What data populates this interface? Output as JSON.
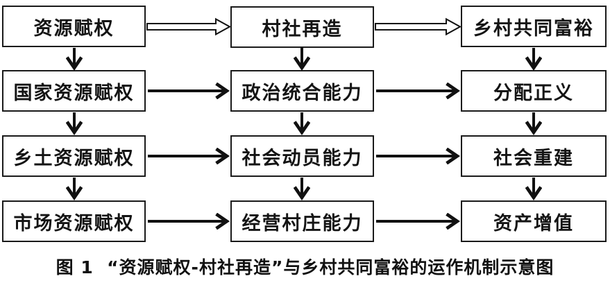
{
  "figure": {
    "caption": "图 1  “资源赋权-村社再造”与乡村共同富裕的运作机制示意图"
  },
  "colors": {
    "box_border": "#1a1a1a",
    "text": "#141414",
    "arrow": "#111111",
    "background": "#ffffff"
  },
  "diagram": {
    "type": "flowchart",
    "rows": [
      {
        "arrow_style": "hollow",
        "cells": [
          "资源赋权",
          "村社再造",
          "乡村共同富裕"
        ]
      },
      {
        "arrow_style": "solid",
        "cells": [
          "国家资源赋权",
          "政治统合能力",
          "分配正义"
        ]
      },
      {
        "arrow_style": "solid",
        "cells": [
          "乡土资源赋权",
          "社会动员能力",
          "社会重建"
        ]
      },
      {
        "arrow_style": "solid",
        "cells": [
          "市场资源赋权",
          "经营村庄能力",
          "资产增值"
        ]
      }
    ]
  }
}
